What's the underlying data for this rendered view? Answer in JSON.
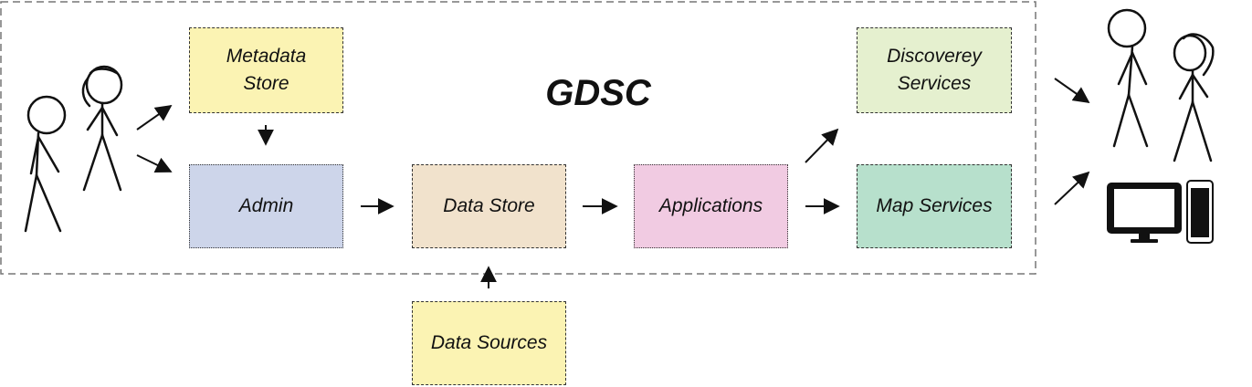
{
  "title": "GDSC",
  "colors": {
    "metadata": "#fbf3b3",
    "admin": "#cdd5ea",
    "datastore": "#f1e2cc",
    "applications": "#f1cbe2",
    "discovery": "#e5f0cf",
    "map": "#b7e0cc",
    "sources": "#fbf3b3",
    "line": "#111111"
  },
  "boxes": {
    "metadata_store": "Metadata\nStore",
    "admin": "Admin",
    "data_store": "Data Store",
    "applications": "Applications",
    "discovery_services": "Discoverey\nServices",
    "map_services": "Map Services",
    "data_sources": "Data Sources"
  }
}
